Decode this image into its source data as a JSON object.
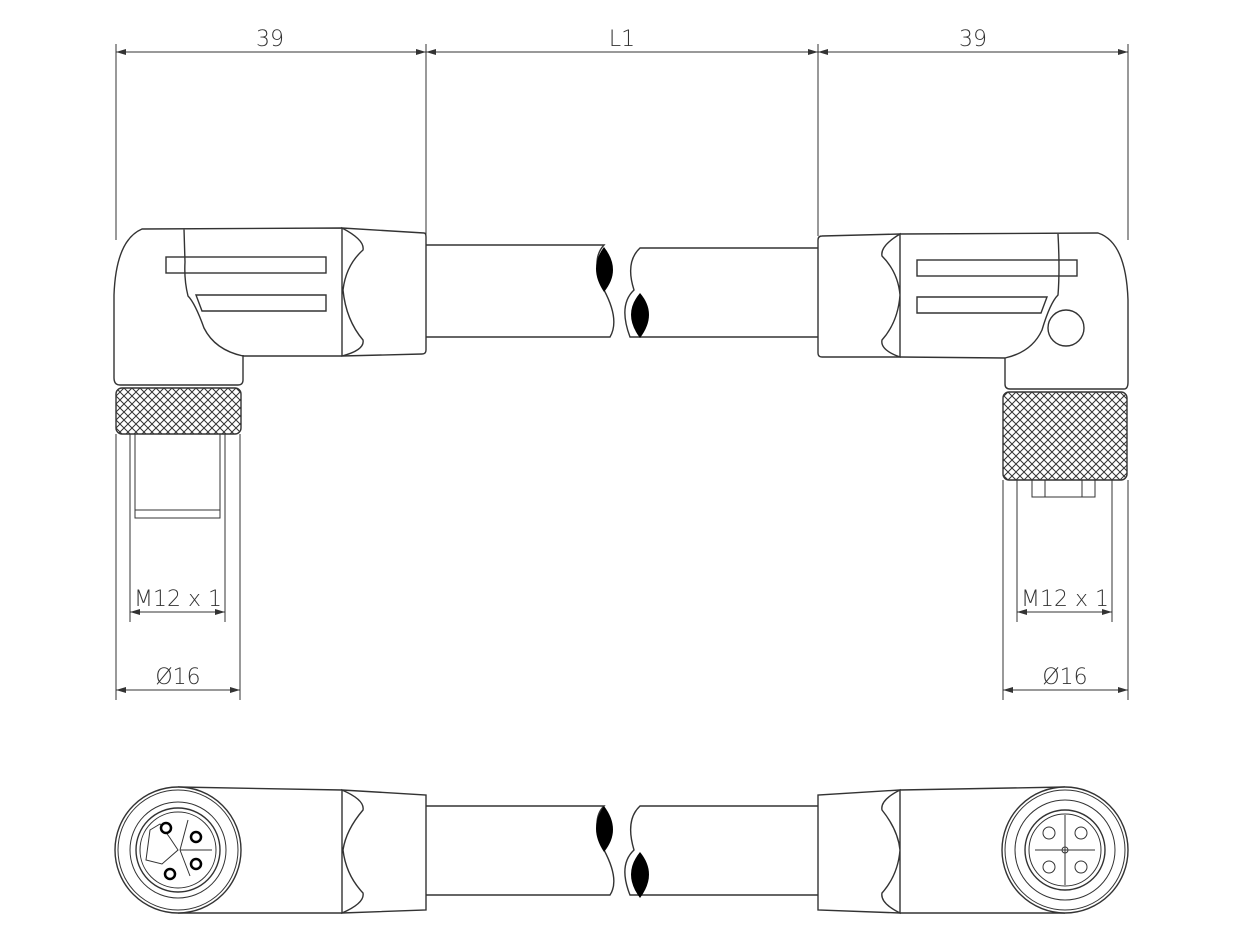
{
  "dimensions": {
    "left_length": "39",
    "cable_length": "L1",
    "right_length": "39",
    "left_thread": "M12 x 1",
    "left_diameter": "Ø16",
    "right_thread": "M12 x 1",
    "right_diameter": "Ø16"
  },
  "colors": {
    "line": "#333333",
    "break_fill": "#000000",
    "background": "#ffffff"
  }
}
